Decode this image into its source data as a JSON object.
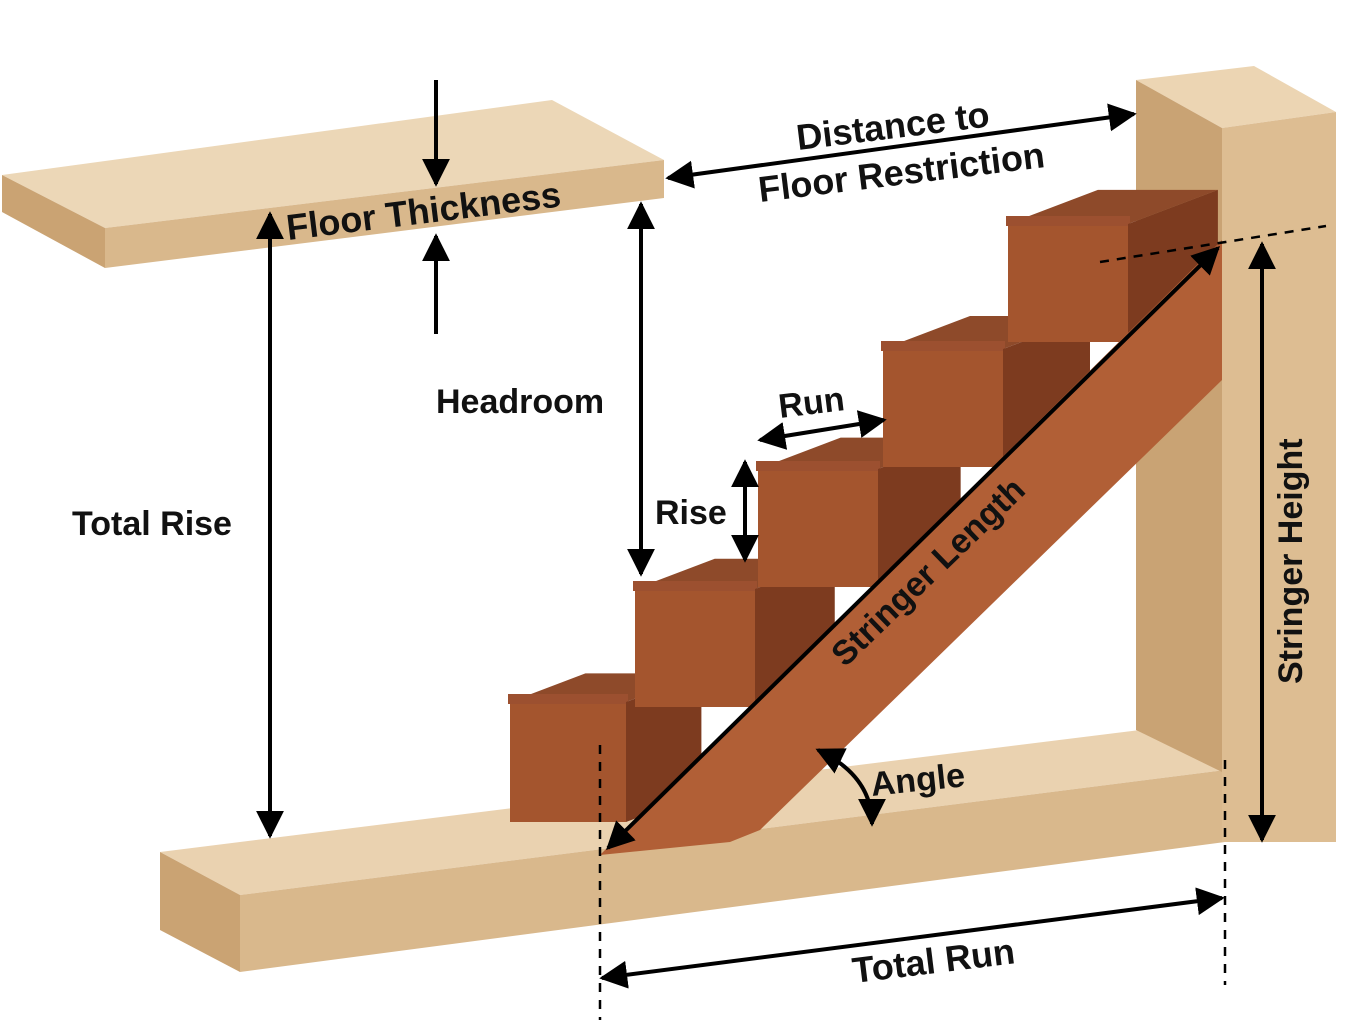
{
  "labels": {
    "floor_thickness": "Floor Thickness",
    "distance_line1": "Distance to",
    "distance_line2": "Floor Restriction",
    "headroom": "Headroom",
    "total_rise": "Total Rise",
    "run": "Run",
    "rise": "Rise",
    "stringer_length": "Stringer Length",
    "stringer_height": "Stringer Height",
    "angle": "Angle",
    "total_run": "Total Run"
  },
  "colors": {
    "floor_top": "#ead2b0",
    "floor_front": "#d9b88c",
    "floor_side": "#caa373",
    "step_top": "#8e4a2a",
    "step_front": "#a4552e",
    "step_side": "#7d3b1f",
    "stringer": "#b15f36",
    "post_front": "#ddbd92",
    "post_side": "#c9a374",
    "arrow": "#000000"
  }
}
